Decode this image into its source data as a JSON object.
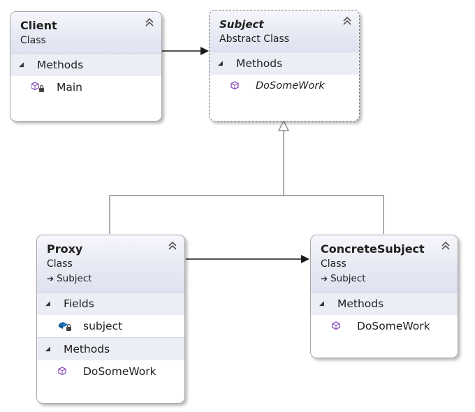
{
  "diagram": {
    "classes": {
      "client": {
        "name": "Client",
        "kind": "Class",
        "sections": [
          {
            "title": "Methods",
            "members": [
              {
                "name": "Main",
                "icon": "private-method-icon"
              }
            ]
          }
        ]
      },
      "subject": {
        "name": "Subject",
        "kind": "Abstract Class",
        "sections": [
          {
            "title": "Methods",
            "members": [
              {
                "name": "DoSomeWork",
                "icon": "method-icon"
              }
            ]
          }
        ]
      },
      "proxy": {
        "name": "Proxy",
        "kind": "Class",
        "inherits": "Subject",
        "sections": [
          {
            "title": "Fields",
            "members": [
              {
                "name": "subject",
                "icon": "private-field-icon"
              }
            ]
          },
          {
            "title": "Methods",
            "members": [
              {
                "name": "DoSomeWork",
                "icon": "method-icon"
              }
            ]
          }
        ]
      },
      "concrete": {
        "name": "ConcreteSubject",
        "kind": "Class",
        "inherits": "Subject",
        "sections": [
          {
            "title": "Methods",
            "members": [
              {
                "name": "DoSomeWork",
                "icon": "method-icon"
              }
            ]
          }
        ]
      }
    },
    "relationships": [
      {
        "from": "Client",
        "to": "Subject",
        "kind": "association"
      },
      {
        "from": "Proxy",
        "to": "Subject",
        "kind": "inheritance"
      },
      {
        "from": "ConcreteSubject",
        "to": "Subject",
        "kind": "inheritance"
      },
      {
        "from": "Proxy",
        "to": "ConcreteSubject",
        "kind": "association"
      }
    ],
    "colors": {
      "method_icon": "#8a4fbd",
      "field_icon": "#1f6fb2",
      "header_bg": "#e7e9f4",
      "section_bg": "#eceef6",
      "line": "#1a1a1a",
      "inheritance_line": "#8c8c8c"
    }
  }
}
